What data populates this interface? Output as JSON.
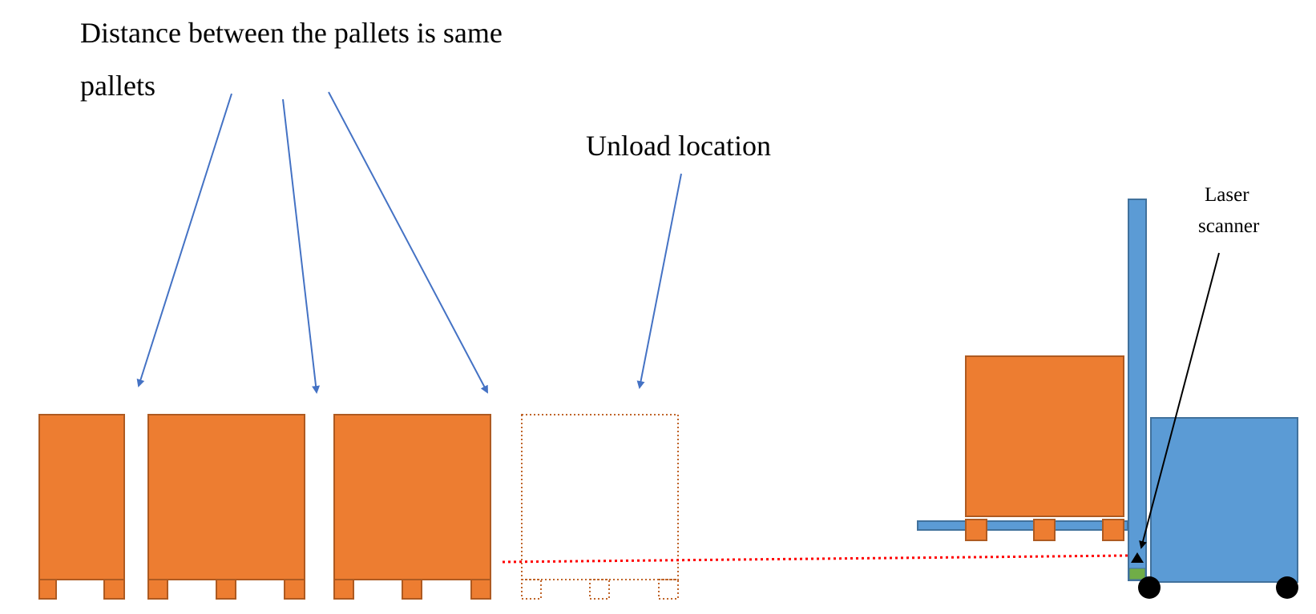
{
  "annotations": {
    "distance_title": "Distance between the pallets is same",
    "pallets_label": "pallets",
    "unload_label": "Unload location",
    "laser_label_line1": "Laser",
    "laser_label_line2": "scanner"
  },
  "colors": {
    "pallet_fill": "#ED7D31",
    "pallet_stroke": "#AE5A21",
    "placeholder_stroke": "#C0652A",
    "forklift_fill": "#5B9BD5",
    "forklift_stroke": "#41719C",
    "arrow_blue": "#4472C4",
    "laser_beam": "#FF0000",
    "sensor_green": "#70AD47",
    "wheel": "#000000",
    "pointer_black": "#000000"
  },
  "icons": {
    "wheel": "filled-circle",
    "scanner_head": "black-triangle"
  }
}
